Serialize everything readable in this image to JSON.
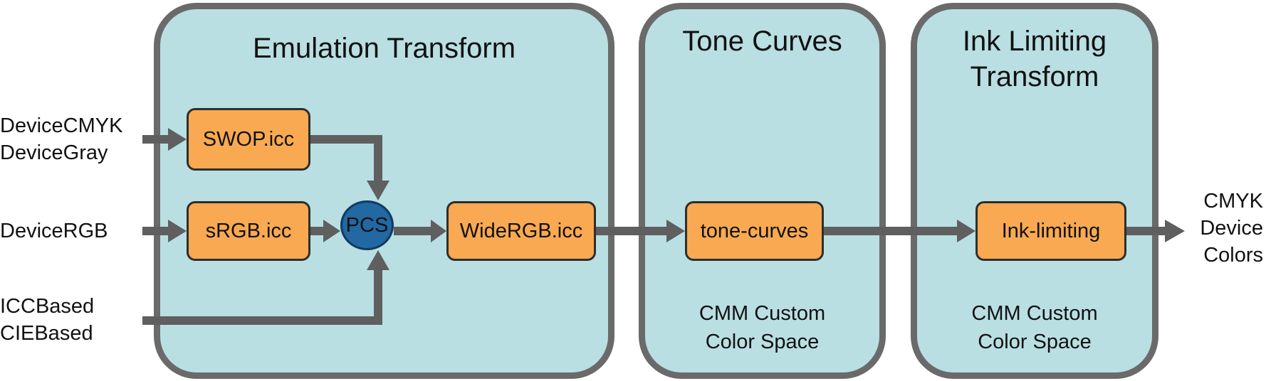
{
  "colors": {
    "stage_fill": "#b9dfe3",
    "stage_border": "#6a6a6a",
    "node_fill": "#f9a951",
    "node_border": "#2e2e2e",
    "pcs_fill": "#2268a3",
    "arrow": "#5f5f5f"
  },
  "stages": {
    "emulation": {
      "title": "Emulation Transform"
    },
    "tone": {
      "title": "Tone Curves",
      "note": "CMM Custom\nColor Space"
    },
    "ink": {
      "title": "Ink Limiting\nTransform",
      "note": "CMM Custom\nColor Space"
    }
  },
  "inputs": {
    "cmyk_gray": "DeviceCMYK\nDeviceGray",
    "rgb": "DeviceRGB",
    "icc_cie": "ICCBased\nCIEBased"
  },
  "nodes": {
    "swop": "SWOP.icc",
    "srgb": "sRGB.icc",
    "pcs": "PCS",
    "widergb": "WideRGB.icc",
    "tone_curves": "tone-curves",
    "ink_limiting": "Ink-limiting"
  },
  "output": {
    "label": "CMYK\nDevice\nColors"
  }
}
